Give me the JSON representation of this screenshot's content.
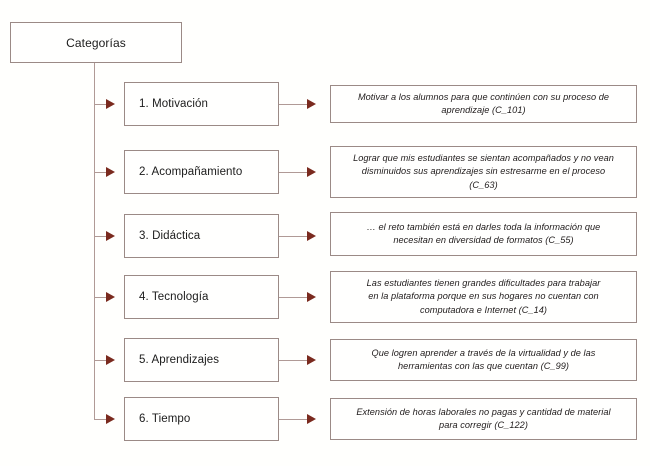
{
  "diagram": {
    "type": "hierarchy-tree",
    "root": {
      "label": "Categorías"
    },
    "categories": [
      {
        "label": "1. Motivación",
        "quote": "Motivar a los alumnos para que continúen con su proceso de\naprendizaje (C_101)",
        "code": "C_101"
      },
      {
        "label": "2. Acompañamiento",
        "quote": "Lograr que mis estudiantes se sientan acompañados y no vean\ndisminuidos sus aprendizajes sin estresarme en el proceso\n(C_63)",
        "code": "C_63"
      },
      {
        "label": "3. Didáctica",
        "quote": "… el reto también está en darles toda la información que\nnecesitan en diversidad de formatos (C_55)",
        "code": "C_55"
      },
      {
        "label": "4. Tecnología",
        "quote": "Las estudiantes tienen grandes dificultades para trabajar\nen la plataforma porque en sus hogares no cuentan con\ncomputadora e Internet (C_14)",
        "code": "C_14"
      },
      {
        "label": "5. Aprendizajes",
        "quote": "Que logren aprender a través de la virtualidad y de las\nherramientas con las que cuentan (C_99)",
        "code": "C_99"
      },
      {
        "label": "6. Tiempo",
        "quote": "Extensión de horas laborales no pagas y cantidad de material\npara corregir (C_122)",
        "code": "C_122"
      }
    ],
    "colors": {
      "background": "#fffffd",
      "box_border": "#9b8a86",
      "connector_line": "#b09a96",
      "arrow_head": "#7a2a1e",
      "text": "#1b1b1b"
    }
  }
}
